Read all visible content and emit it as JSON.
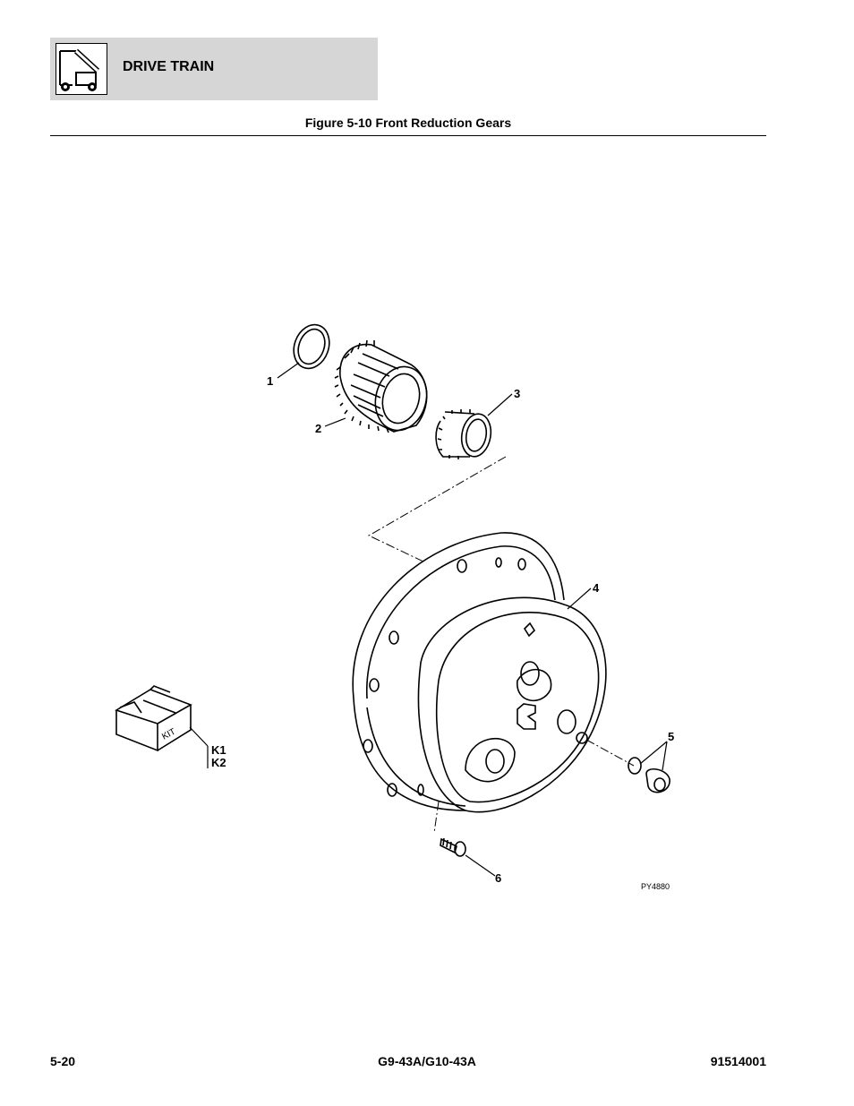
{
  "header": {
    "section_title": "DRIVE TRAIN",
    "icon": "lift-truck-icon"
  },
  "figure": {
    "title": "Figure 5-10 Front Reduction Gears",
    "callouts": [
      "1",
      "2",
      "3",
      "4",
      "5",
      "6"
    ],
    "kit_label": "KIT",
    "kit_refs": [
      "K1",
      "K2"
    ],
    "image_code": "PY4880"
  },
  "footer": {
    "page_number": "5-20",
    "model": "G9-43A/G10-43A",
    "doc_number": "91514001"
  }
}
